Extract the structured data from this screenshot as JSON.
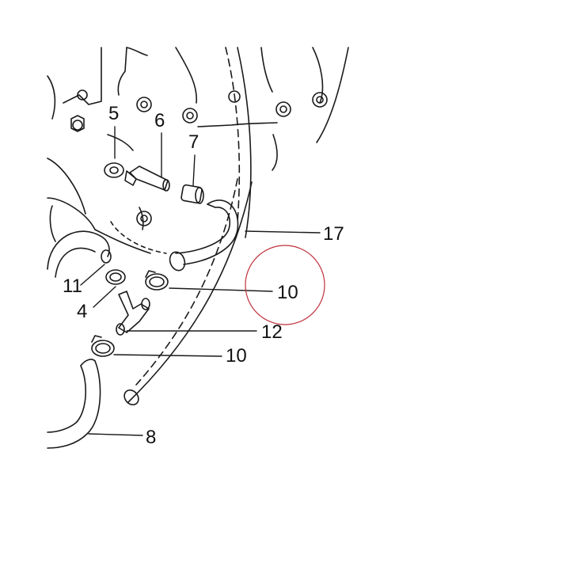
{
  "labels": {
    "l5": "5",
    "l6": "6",
    "l7": "7",
    "l17": "17",
    "l10_top": "10",
    "l11": "11",
    "l4": "4",
    "l12": "12",
    "l10_bottom": "10",
    "l8": "8"
  },
  "colors": {
    "line": "#1a1a1a",
    "highlight_circle": "#c0303a",
    "background": "#ffffff"
  }
}
